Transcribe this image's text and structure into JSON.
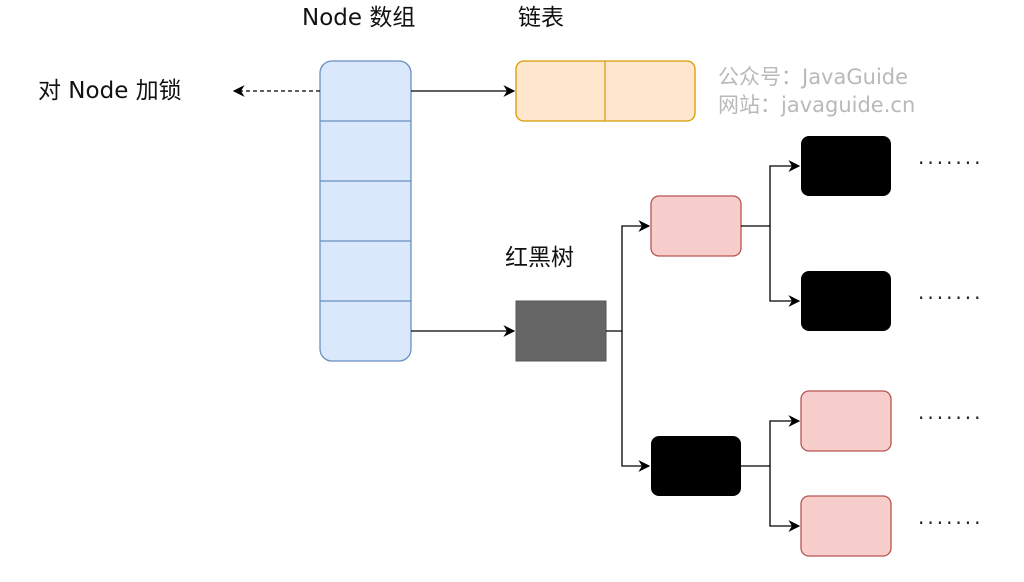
{
  "labels": {
    "node_array": "Node 数组",
    "linked_list": "链表",
    "lock_node": "对 Node 加锁",
    "red_black_tree": "红黑树"
  },
  "watermark": {
    "line1": "公众号：JavaGuide",
    "line2": "网站：javaguide.cn"
  },
  "ellipsis": "·······",
  "colors": {
    "array_fill": "#dae8fc",
    "array_stroke": "#6c8ebf",
    "list_fill": "#ffe6cc",
    "list_stroke": "#d79b00",
    "tree_root_fill": "#666666",
    "red_node_fill": "#f8cecc",
    "red_node_stroke": "#b85450",
    "black_node_fill": "#000000"
  }
}
